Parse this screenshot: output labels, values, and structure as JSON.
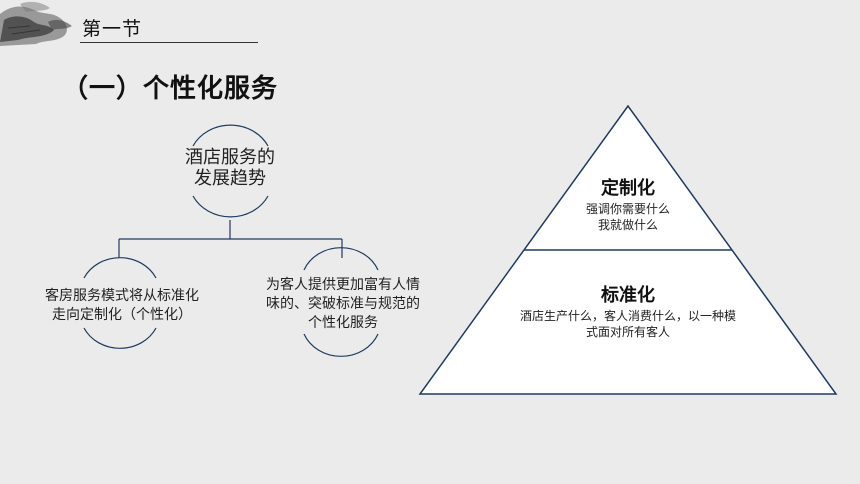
{
  "header": {
    "section_title": "第一节"
  },
  "heading": "（一）个性化服务",
  "tree": {
    "root_line1": "酒店服务的",
    "root_line2": "发展趋势",
    "left_line1": "客房服务模式将从标准化",
    "left_line2": "走向定制化（个性化）",
    "right_line1": "为客人提供更加富有人情",
    "right_line2": "味的、突破标准与规范的",
    "right_line3": "个性化服务"
  },
  "pyramid": {
    "top": {
      "title": "定制化",
      "desc_line1": "强调你需要什么",
      "desc_line2": "我就做什么"
    },
    "bottom": {
      "title": "标准化",
      "desc_line1": "酒店生产什么，客人消费什么，以一种模",
      "desc_line2": "式面对所有客人"
    }
  },
  "colors": {
    "background": "#ebebeb",
    "line": "#1f3a5f",
    "text": "#111111"
  }
}
